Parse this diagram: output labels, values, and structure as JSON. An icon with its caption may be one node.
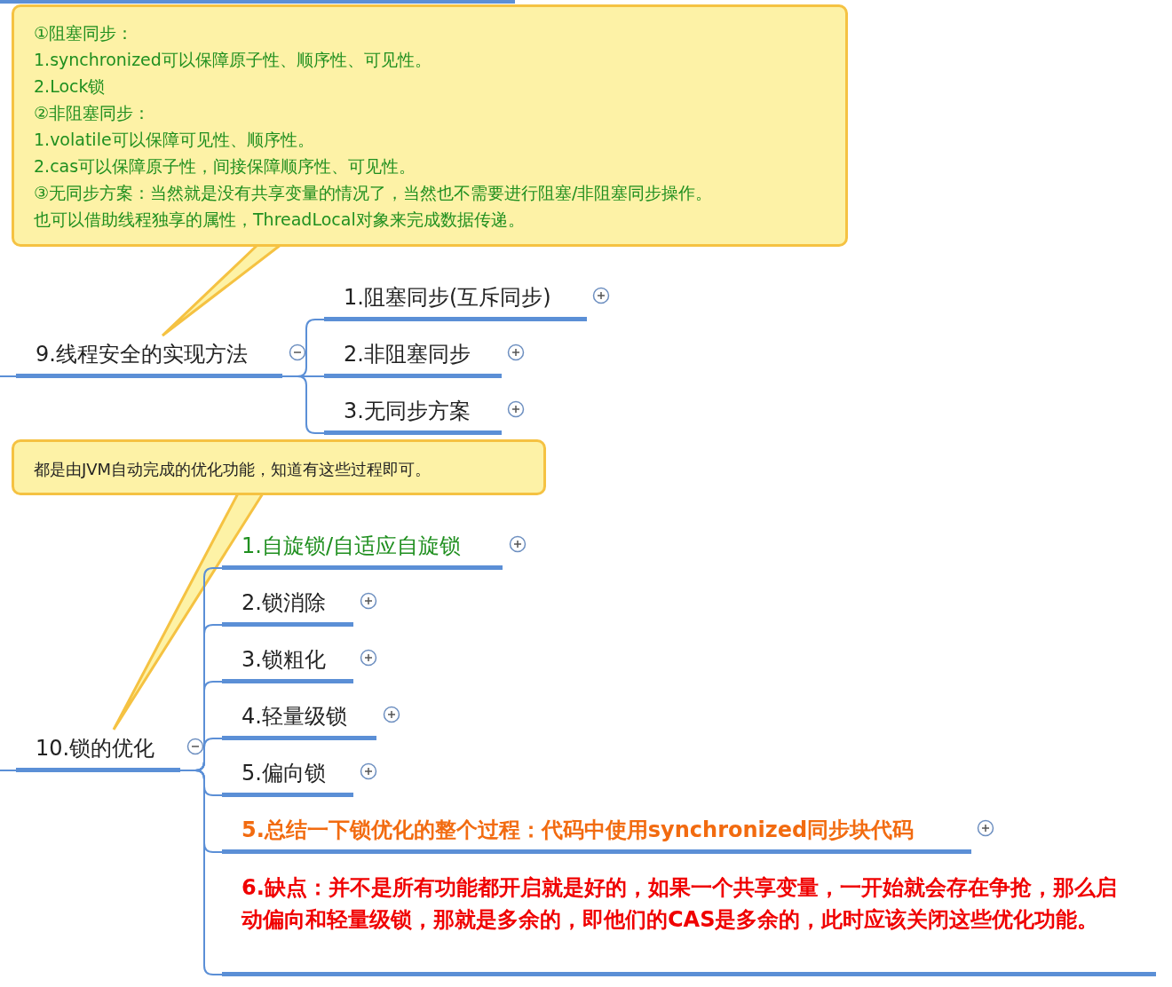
{
  "diagram": {
    "nodes": [
      {
        "text": [
          "①阻塞同步：",
          "1.synchronized可以保障原子性、顺序性、可见性。",
          "2.Lock锁",
          "②非阻塞同步：",
          "1.volatile可以保障可见性、顺序性。",
          "2.cas可以保障原子性，间接保障顺序性、可见性。",
          "③无同步方案：当然就是没有共享变量的情况了，当然也不需要进行阻塞/非阻塞同步操作。",
          "也可以借助线程独享的属性，ThreadLocal对象来完成数据传递。"
        ]
      },
      {
        "text": [
          "9.线程安全的实现方法"
        ]
      },
      {
        "text": [
          "1.阻塞同步(互斥同步)"
        ]
      },
      {
        "text": [
          "2.非阻塞同步"
        ]
      },
      {
        "text": [
          "3.无同步方案"
        ]
      },
      {
        "text": [
          "都是由JVM自动完成的优化功能，知道有这些过程即可。"
        ]
      },
      {
        "text": [
          "10.锁的优化"
        ]
      },
      {
        "text": [
          "1.自旋锁/自适应自旋锁"
        ]
      },
      {
        "text": [
          "2.锁消除"
        ]
      },
      {
        "text": [
          "3.锁粗化"
        ]
      },
      {
        "text": [
          "4.轻量级锁"
        ]
      },
      {
        "text": [
          "5.偏向锁"
        ]
      },
      {
        "text": [
          "5.总结一下锁优化的整个过程：代码中使用synchronized同步块代码"
        ]
      },
      {
        "text": [
          "6.缺点：并不是所有功能都开启就是好的，如果一个共享变量，一开始就会存在争抢，那么启动偏向和轻量级锁，那就是多余的，即他们的CAS是多余的，此时应该关闭这些优化功能。"
        ]
      }
    ],
    "edges": [
      {
        "from": 0,
        "to": 1,
        "arrow": "none"
      },
      {
        "from": null,
        "to": 1,
        "arrow": "none"
      },
      {
        "from": 1,
        "to": 2,
        "arrow": "none"
      },
      {
        "from": 1,
        "to": 3,
        "arrow": "none"
      },
      {
        "from": 1,
        "to": 4,
        "arrow": "none"
      },
      {
        "from": 5,
        "to": 6,
        "arrow": "none"
      },
      {
        "from": null,
        "to": 6,
        "arrow": "none"
      },
      {
        "from": 6,
        "to": 7,
        "arrow": "none"
      },
      {
        "from": 6,
        "to": 8,
        "arrow": "none"
      },
      {
        "from": 6,
        "to": 9,
        "arrow": "none"
      },
      {
        "from": 6,
        "to": 10,
        "arrow": "none"
      },
      {
        "from": 6,
        "to": 11,
        "arrow": "none"
      },
      {
        "from": 6,
        "to": 12,
        "arrow": "none"
      },
      {
        "from": 6,
        "to": 13,
        "arrow": "none"
      }
    ]
  }
}
